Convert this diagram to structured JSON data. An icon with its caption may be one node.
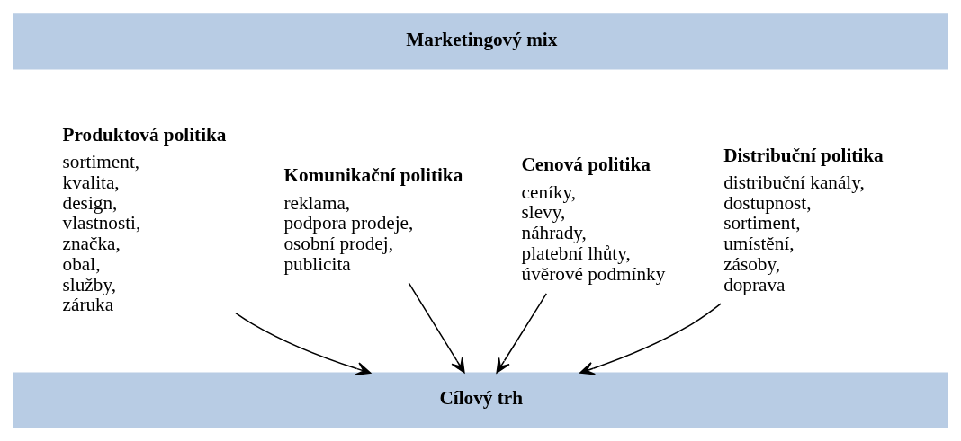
{
  "diagram": {
    "nodes": [
      {
        "text": [
          "Marketingový mix"
        ]
      },
      {
        "text": [
          "Produktová politika",
          "sortiment, kvalita, design, vlastnosti, značka, obal, služby, záruka"
        ]
      },
      {
        "text": [
          "Komunikační politika",
          "reklama, podpora prodeje, osobní prodej, publicita"
        ]
      },
      {
        "text": [
          "Cenová politika",
          "ceníky, slevy, náhrady, platební lhůty, úvěrové podmínky"
        ]
      },
      {
        "text": [
          "Distribuční politika",
          "distribuční kanály, dostupnost, sortiment, umístění, zásoby, doprava"
        ]
      },
      {
        "text": [
          "Cílový trh"
        ]
      }
    ],
    "edges": [
      {
        "from": 1,
        "to": 5,
        "arrow": "to"
      },
      {
        "from": 2,
        "to": 5,
        "arrow": "to"
      },
      {
        "from": 3,
        "to": 5,
        "arrow": "to"
      },
      {
        "from": 4,
        "to": 5,
        "arrow": "to"
      }
    ]
  }
}
